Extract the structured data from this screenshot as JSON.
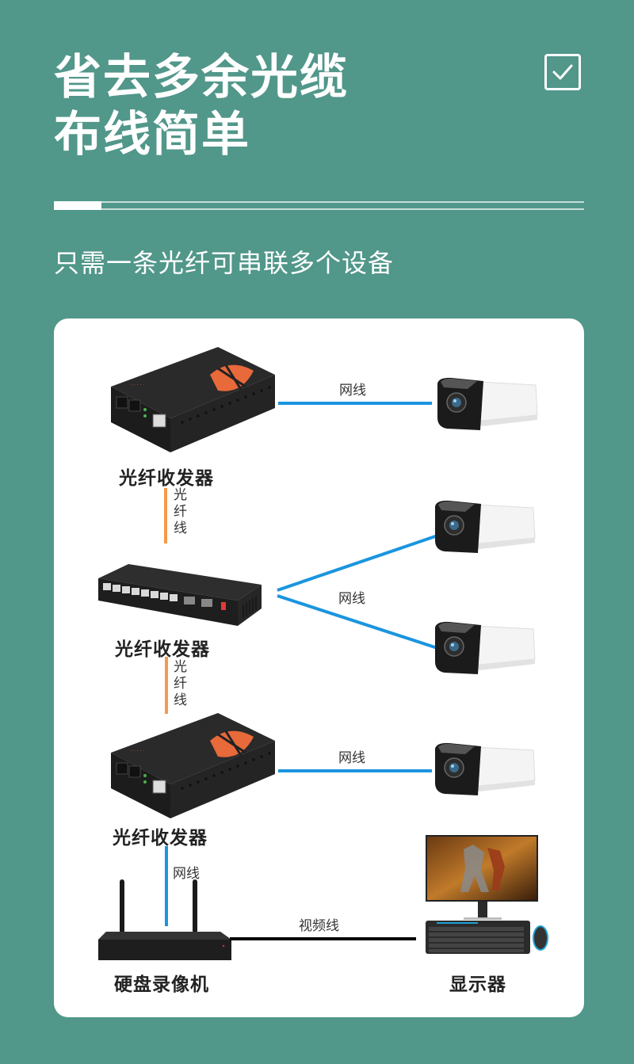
{
  "header": {
    "title_line1": "省去多余光缆",
    "title_line2": "布线简单",
    "check_icon": "checkbox-checked-icon",
    "subtitle": "只需一条光纤可串联多个设备"
  },
  "colors": {
    "background": "#51978a",
    "card": "#ffffff",
    "ethernet_cable": "#1b95df",
    "fiber_cable": "#f59a4a",
    "video_cable": "#000000",
    "device_accent": "#e8693a"
  },
  "diagram": {
    "devices": {
      "transceiver_top": {
        "label": "光纤收发器",
        "icon": "media-converter-icon"
      },
      "transceiver_middle": {
        "label": "光纤收发器",
        "icon": "fiber-switch-icon"
      },
      "transceiver_bottom": {
        "label": "光纤收发器",
        "icon": "media-converter-icon"
      },
      "nvr": {
        "label": "硬盘录像机",
        "icon": "nvr-router-icon"
      },
      "monitor": {
        "label": "显示器",
        "icon": "desktop-monitor-icon"
      },
      "cameras": [
        {
          "icon": "bullet-camera-icon"
        },
        {
          "icon": "bullet-camera-icon"
        },
        {
          "icon": "bullet-camera-icon"
        },
        {
          "icon": "bullet-camera-icon"
        }
      ]
    },
    "cables": {
      "ethernet_label": "网线",
      "fiber_label_chars": [
        "光",
        "纤",
        "线"
      ],
      "video_label": "视频线"
    }
  }
}
